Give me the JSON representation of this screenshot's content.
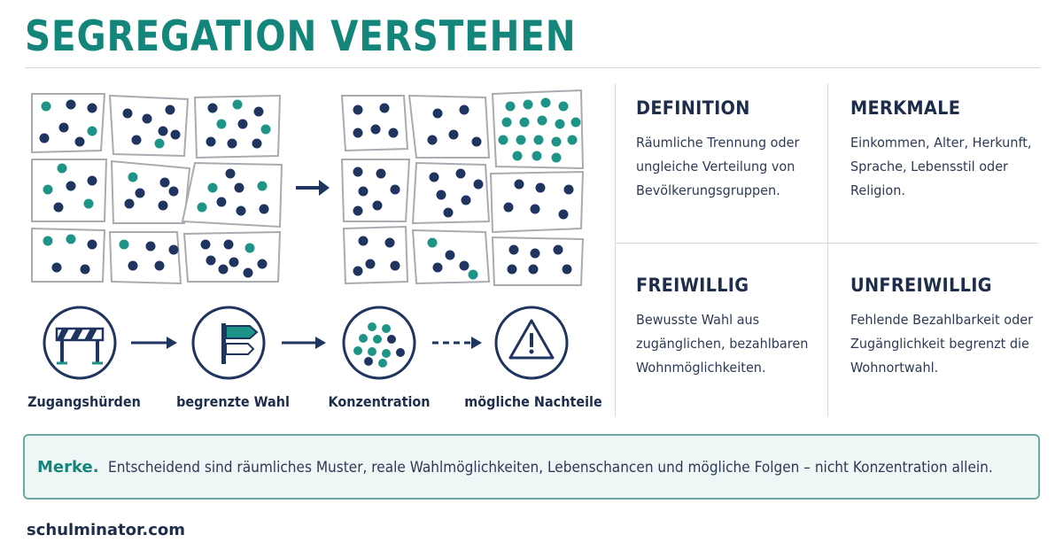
{
  "title": "SEGREGATION VERSTEHEN",
  "colors": {
    "teal": "#13857a",
    "navy": "#1f3560",
    "dot_teal": "#1e9488",
    "border": "#a8abb1"
  },
  "flow": {
    "steps": [
      {
        "label": "Zugangshürden",
        "icon": "barrier-icon"
      },
      {
        "label": "begrenzte Wahl",
        "icon": "signpost-icon"
      },
      {
        "label": "Konzentration",
        "icon": "dot-cluster-icon"
      },
      {
        "label": "mögliche Nachteile",
        "icon": "warning-icon"
      }
    ]
  },
  "info": {
    "definition": {
      "heading": "DEFINITION",
      "text": "Räumliche Trennung oder ungleiche Verteilung von Bevölkerungsgruppen."
    },
    "merkmale": {
      "heading": "MERKMALE",
      "text": "Einkommen, Alter, Herkunft, Sprache, Lebensstil oder Religion."
    },
    "freiwillig": {
      "heading": "FREIWILLIG",
      "text": "Bewusste Wahl aus zugänglichen, bezahlbaren Wohnmöglichkeiten."
    },
    "unfreiwillig": {
      "heading": "UNFREIWILLIG",
      "text": "Fehlende Bezahlbarkeit oder Zugänglichkeit begrenzt die Wohnortwahl."
    }
  },
  "merke": {
    "label": "Merke.",
    "text": "Entscheidend sind räumliches Muster, reale Wahlmöglichkeiten, Lebenschancen und mögliche Folgen  –  nicht Konzentration allein."
  },
  "footer": "schulminator.com"
}
